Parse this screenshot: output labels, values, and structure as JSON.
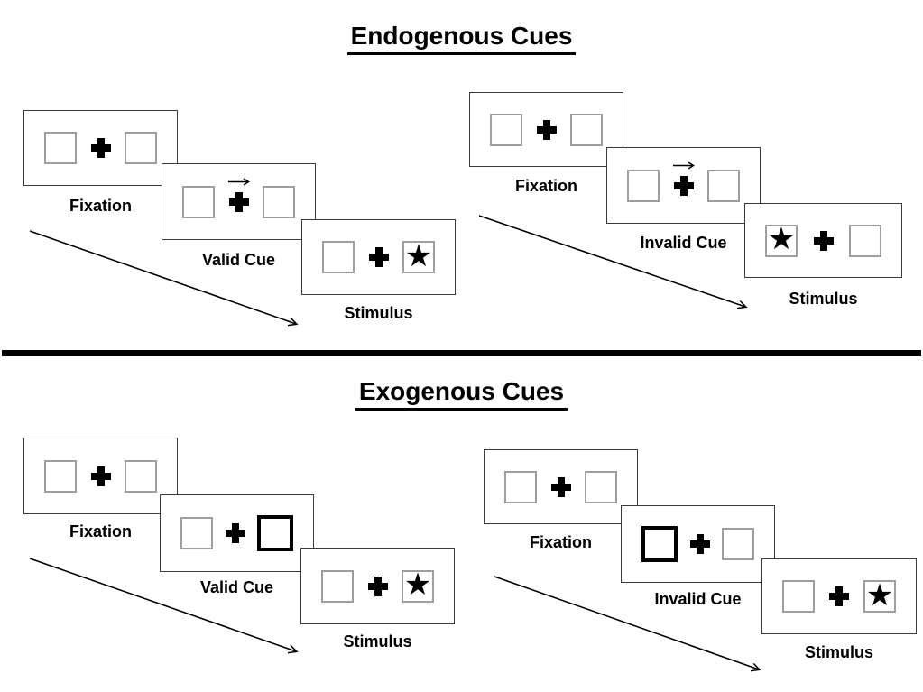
{
  "sections": [
    {
      "id": "endogenous",
      "title": "Endogenous Cues",
      "sequences": [
        {
          "id": "endogenous-valid",
          "panels": [
            {
              "label": "Fixation",
              "left_box": "empty",
              "right_box": "empty",
              "central_arrow": false
            },
            {
              "label": "Valid Cue",
              "left_box": "empty",
              "right_box": "empty",
              "central_arrow": true
            },
            {
              "label": "Stimulus",
              "left_box": "empty",
              "right_box": "star",
              "central_arrow": false
            }
          ]
        },
        {
          "id": "endogenous-invalid",
          "panels": [
            {
              "label": "Fixation",
              "left_box": "empty",
              "right_box": "empty",
              "central_arrow": false
            },
            {
              "label": "Invalid Cue",
              "left_box": "empty",
              "right_box": "empty",
              "central_arrow": true
            },
            {
              "label": "Stimulus",
              "left_box": "star",
              "right_box": "empty",
              "central_arrow": false
            }
          ]
        }
      ]
    },
    {
      "id": "exogenous",
      "title": "Exogenous Cues",
      "sequences": [
        {
          "id": "exogenous-valid",
          "panels": [
            {
              "label": "Fixation",
              "left_box": "empty",
              "right_box": "empty",
              "central_arrow": false
            },
            {
              "label": "Valid Cue",
              "left_box": "empty",
              "right_box": "highlighted",
              "central_arrow": false
            },
            {
              "label": "Stimulus",
              "left_box": "empty",
              "right_box": "star",
              "central_arrow": false
            }
          ]
        },
        {
          "id": "exogenous-invalid",
          "panels": [
            {
              "label": "Fixation",
              "left_box": "empty",
              "right_box": "empty",
              "central_arrow": false
            },
            {
              "label": "Invalid Cue",
              "left_box": "highlighted",
              "right_box": "empty",
              "central_arrow": false
            },
            {
              "label": "Stimulus",
              "left_box": "empty",
              "right_box": "star",
              "central_arrow": false
            }
          ]
        }
      ]
    }
  ],
  "glyphs": {
    "star": "★",
    "fixation_cross": "cross-shape",
    "cue_arrow": "right-arrow",
    "timeline_arrow": "diagonal-right-down-arrow"
  },
  "colors": {
    "ink": "#000000",
    "panel_border": "#3a3a3a",
    "square_border": "#9e9e9e",
    "background": "#ffffff"
  }
}
